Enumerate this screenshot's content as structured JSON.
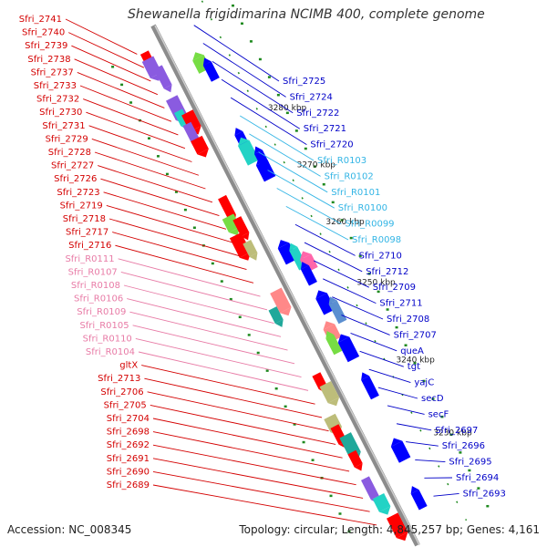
{
  "title": "Shewanella frigidimarina NCIMB 400, complete genome",
  "footer": {
    "accession": "Accession: NC_008345",
    "topology": "Topology: circular; Length: 4,845,257 bp; Genes: 4,161"
  },
  "colors": {
    "red_label": "#d40000",
    "blue_label": "#0000c8",
    "cyan_label": "#33b5e5",
    "pink_label": "#e87ba6",
    "backbone": "#8c8c8c",
    "tick": "#1f8a1f"
  },
  "scale_labels": [
    "3280 kbp",
    "3270 kbp",
    "3260 kbp",
    "3250 kbp",
    "3240 kbp",
    "3230 kbp"
  ],
  "left_labels": [
    {
      "text": "Sfri_2741",
      "color": "red"
    },
    {
      "text": "Sfri_2740",
      "color": "red"
    },
    {
      "text": "Sfri_2739",
      "color": "red"
    },
    {
      "text": "Sfri_2738",
      "color": "red"
    },
    {
      "text": "Sfri_2737",
      "color": "red"
    },
    {
      "text": "Sfri_2733",
      "color": "red"
    },
    {
      "text": "Sfri_2732",
      "color": "red"
    },
    {
      "text": "Sfri_2730",
      "color": "red"
    },
    {
      "text": "Sfri_2731",
      "color": "red"
    },
    {
      "text": "Sfri_2729",
      "color": "red"
    },
    {
      "text": "Sfri_2728",
      "color": "red"
    },
    {
      "text": "Sfri_2727",
      "color": "red"
    },
    {
      "text": "Sfri_2726",
      "color": "red"
    },
    {
      "text": "Sfri_2723",
      "color": "red"
    },
    {
      "text": "Sfri_2719",
      "color": "red"
    },
    {
      "text": "Sfri_2718",
      "color": "red"
    },
    {
      "text": "Sfri_2717",
      "color": "red"
    },
    {
      "text": "Sfri_2716",
      "color": "red"
    },
    {
      "text": "Sfri_R0111",
      "color": "pink"
    },
    {
      "text": "Sfri_R0107",
      "color": "pink"
    },
    {
      "text": "Sfri_R0108",
      "color": "pink"
    },
    {
      "text": "Sfri_R0106",
      "color": "pink"
    },
    {
      "text": "Sfri_R0109",
      "color": "pink"
    },
    {
      "text": "Sfri_R0105",
      "color": "pink"
    },
    {
      "text": "Sfri_R0110",
      "color": "pink"
    },
    {
      "text": "Sfri_R0104",
      "color": "pink"
    },
    {
      "text": "gltX",
      "color": "red"
    },
    {
      "text": "Sfri_2713",
      "color": "red"
    },
    {
      "text": "Sfri_2706",
      "color": "red"
    },
    {
      "text": "Sfri_2705",
      "color": "red"
    },
    {
      "text": "Sfri_2704",
      "color": "red"
    },
    {
      "text": "Sfri_2698",
      "color": "red"
    },
    {
      "text": "Sfri_2692",
      "color": "red"
    },
    {
      "text": "Sfri_2691",
      "color": "red"
    },
    {
      "text": "Sfri_2690",
      "color": "red"
    },
    {
      "text": "Sfri_2689",
      "color": "red"
    }
  ],
  "right_labels": [
    {
      "text": "Sfri_2725",
      "color": "blue"
    },
    {
      "text": "Sfri_2724",
      "color": "blue"
    },
    {
      "text": "Sfri_2722",
      "color": "blue"
    },
    {
      "text": "Sfri_2721",
      "color": "blue"
    },
    {
      "text": "Sfri_2720",
      "color": "blue"
    },
    {
      "text": "Sfri_R0103",
      "color": "cyan"
    },
    {
      "text": "Sfri_R0102",
      "color": "cyan"
    },
    {
      "text": "Sfri_R0101",
      "color": "cyan"
    },
    {
      "text": "Sfri_R0100",
      "color": "cyan"
    },
    {
      "text": "Sfri_R0099",
      "color": "cyan"
    },
    {
      "text": "Sfri_R0098",
      "color": "cyan"
    },
    {
      "text": "Sfri_2710",
      "color": "blue"
    },
    {
      "text": "Sfri_2712",
      "color": "blue"
    },
    {
      "text": "Sfri_2709",
      "color": "blue"
    },
    {
      "text": "Sfri_2711",
      "color": "blue"
    },
    {
      "text": "Sfri_2708",
      "color": "blue"
    },
    {
      "text": "Sfri_2707",
      "color": "blue"
    },
    {
      "text": "queA",
      "color": "blue"
    },
    {
      "text": "tgt",
      "color": "blue"
    },
    {
      "text": "yajC",
      "color": "blue"
    },
    {
      "text": "secD",
      "color": "blue"
    },
    {
      "text": "secF",
      "color": "blue"
    },
    {
      "text": "Sfri_2697",
      "color": "blue"
    },
    {
      "text": "Sfri_2696",
      "color": "blue"
    },
    {
      "text": "Sfri_2695",
      "color": "blue"
    },
    {
      "text": "Sfri_2694",
      "color": "blue"
    },
    {
      "text": "Sfri_2693",
      "color": "blue"
    }
  ]
}
